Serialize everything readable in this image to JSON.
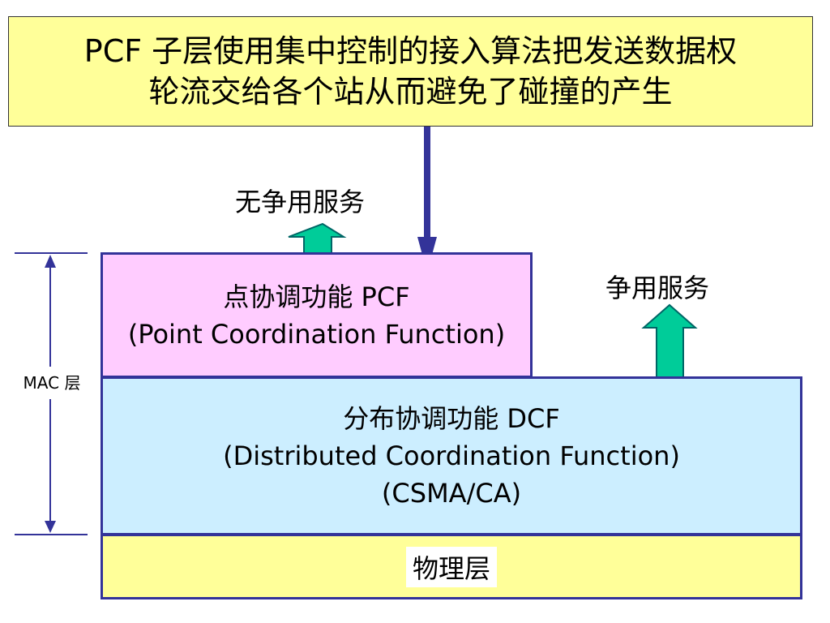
{
  "top_note": {
    "line1": "PCF 子层使用集中控制的接入算法把发送数据权",
    "line2": "轮流交给各个站从而避免了碰撞的产生"
  },
  "services": {
    "contention_free": "无争用服务",
    "contention": "争用服务"
  },
  "pcf": {
    "title": "点协调功能 PCF",
    "full_name": "(Point Coordination Function)"
  },
  "dcf": {
    "title": "分布协调功能 DCF",
    "full_name": "(Distributed Coordination Function)",
    "method": "(CSMA/CA)"
  },
  "physical_layer": {
    "label": "物理层"
  },
  "mac_layer": {
    "label": "MAC 层"
  },
  "colors": {
    "note_fill": "#ffff99",
    "pcf_fill": "#ffccff",
    "dcf_fill": "#cceeff",
    "physical_fill": "#ffff99",
    "border": "#333399",
    "service_arrow": "#00cc99"
  }
}
